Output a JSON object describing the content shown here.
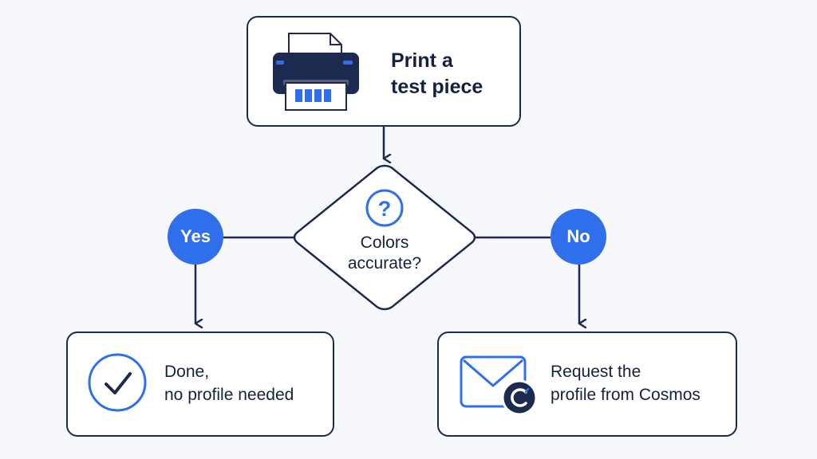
{
  "nodes": {
    "print": {
      "line1": "Print a",
      "line2": "test piece",
      "icon": "printer-icon"
    },
    "decision": {
      "line1": "Colors",
      "line2": "accurate?",
      "icon": "question-icon"
    },
    "done": {
      "line1": "Done,",
      "line2": "no profile needed",
      "icon": "check-circle-icon"
    },
    "request": {
      "line1": "Request the",
      "line2": "profile from Cosmos",
      "icon": "mail-icon"
    }
  },
  "edges": {
    "yes_label": "Yes",
    "no_label": "No"
  },
  "colors": {
    "navy": "#1b2a4e",
    "accent": "#2f6fec",
    "background": "#f7f8fb"
  }
}
